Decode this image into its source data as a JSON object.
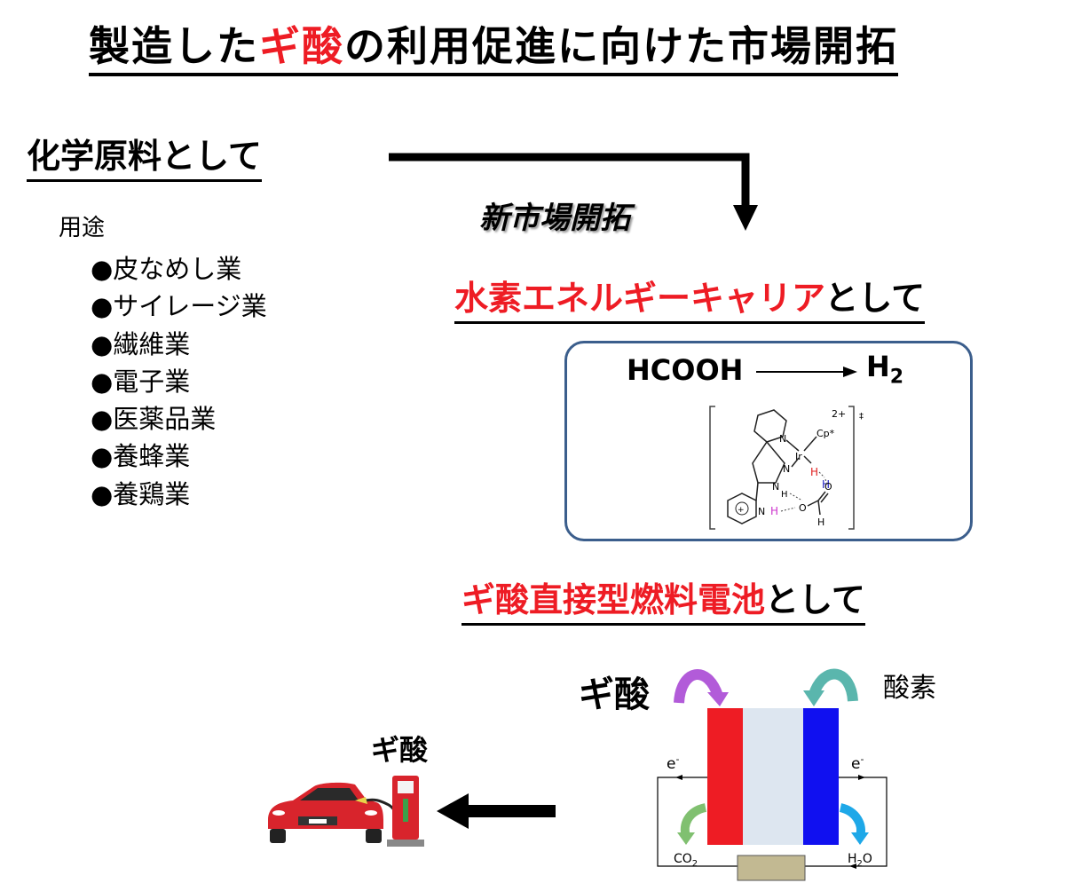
{
  "title": {
    "part1": "製造した",
    "part2": "ギ酸",
    "part3": "の利用促進に向けた市場開拓"
  },
  "chemical": {
    "heading": "化学原料として",
    "uses_label": "用途",
    "uses": [
      "●皮なめし業",
      "●サイレージ業",
      "●繊維業",
      "●電子業",
      "●医薬品業",
      "●養蜂業",
      "●養鶏業"
    ]
  },
  "new_market_label": "新市場開拓",
  "hydrogen": {
    "heading_red": "水素エネルギーキャリア",
    "heading_black": "として",
    "formula_left": "HCOOH",
    "formula_right": "H",
    "formula_right_sub": "2",
    "molecule": {
      "charge": "2+",
      "dagger": "‡",
      "cp": "Cp*",
      "ir": "Ir",
      "n": "N",
      "h": "H",
      "o": "O",
      "plus": "+"
    }
  },
  "fuelcell": {
    "heading_red": "ギ酸直接型燃料電池",
    "heading_black": "として",
    "formic_acid": "ギ酸",
    "oxygen": "酸素",
    "electron_left": "e",
    "electron_right": "e",
    "electron_sup": "-",
    "co2": "CO",
    "co2_sub": "2",
    "h2o": "H",
    "h2o_sub": "2",
    "h2o_o": "O"
  },
  "car_station": {
    "label": "ギ酸"
  },
  "colors": {
    "accent_red": "#ee1c24",
    "box_border": "#3b5e8c",
    "anode": "#ee1c24",
    "cathode": "#1010f0",
    "membrane": "#dde6f0",
    "purple_arrow": "#b25bd9",
    "teal_arrow": "#5ab6ad",
    "green_arrow": "#80c070",
    "blue_arrow": "#1ea8e8",
    "load": "#c2b992"
  }
}
